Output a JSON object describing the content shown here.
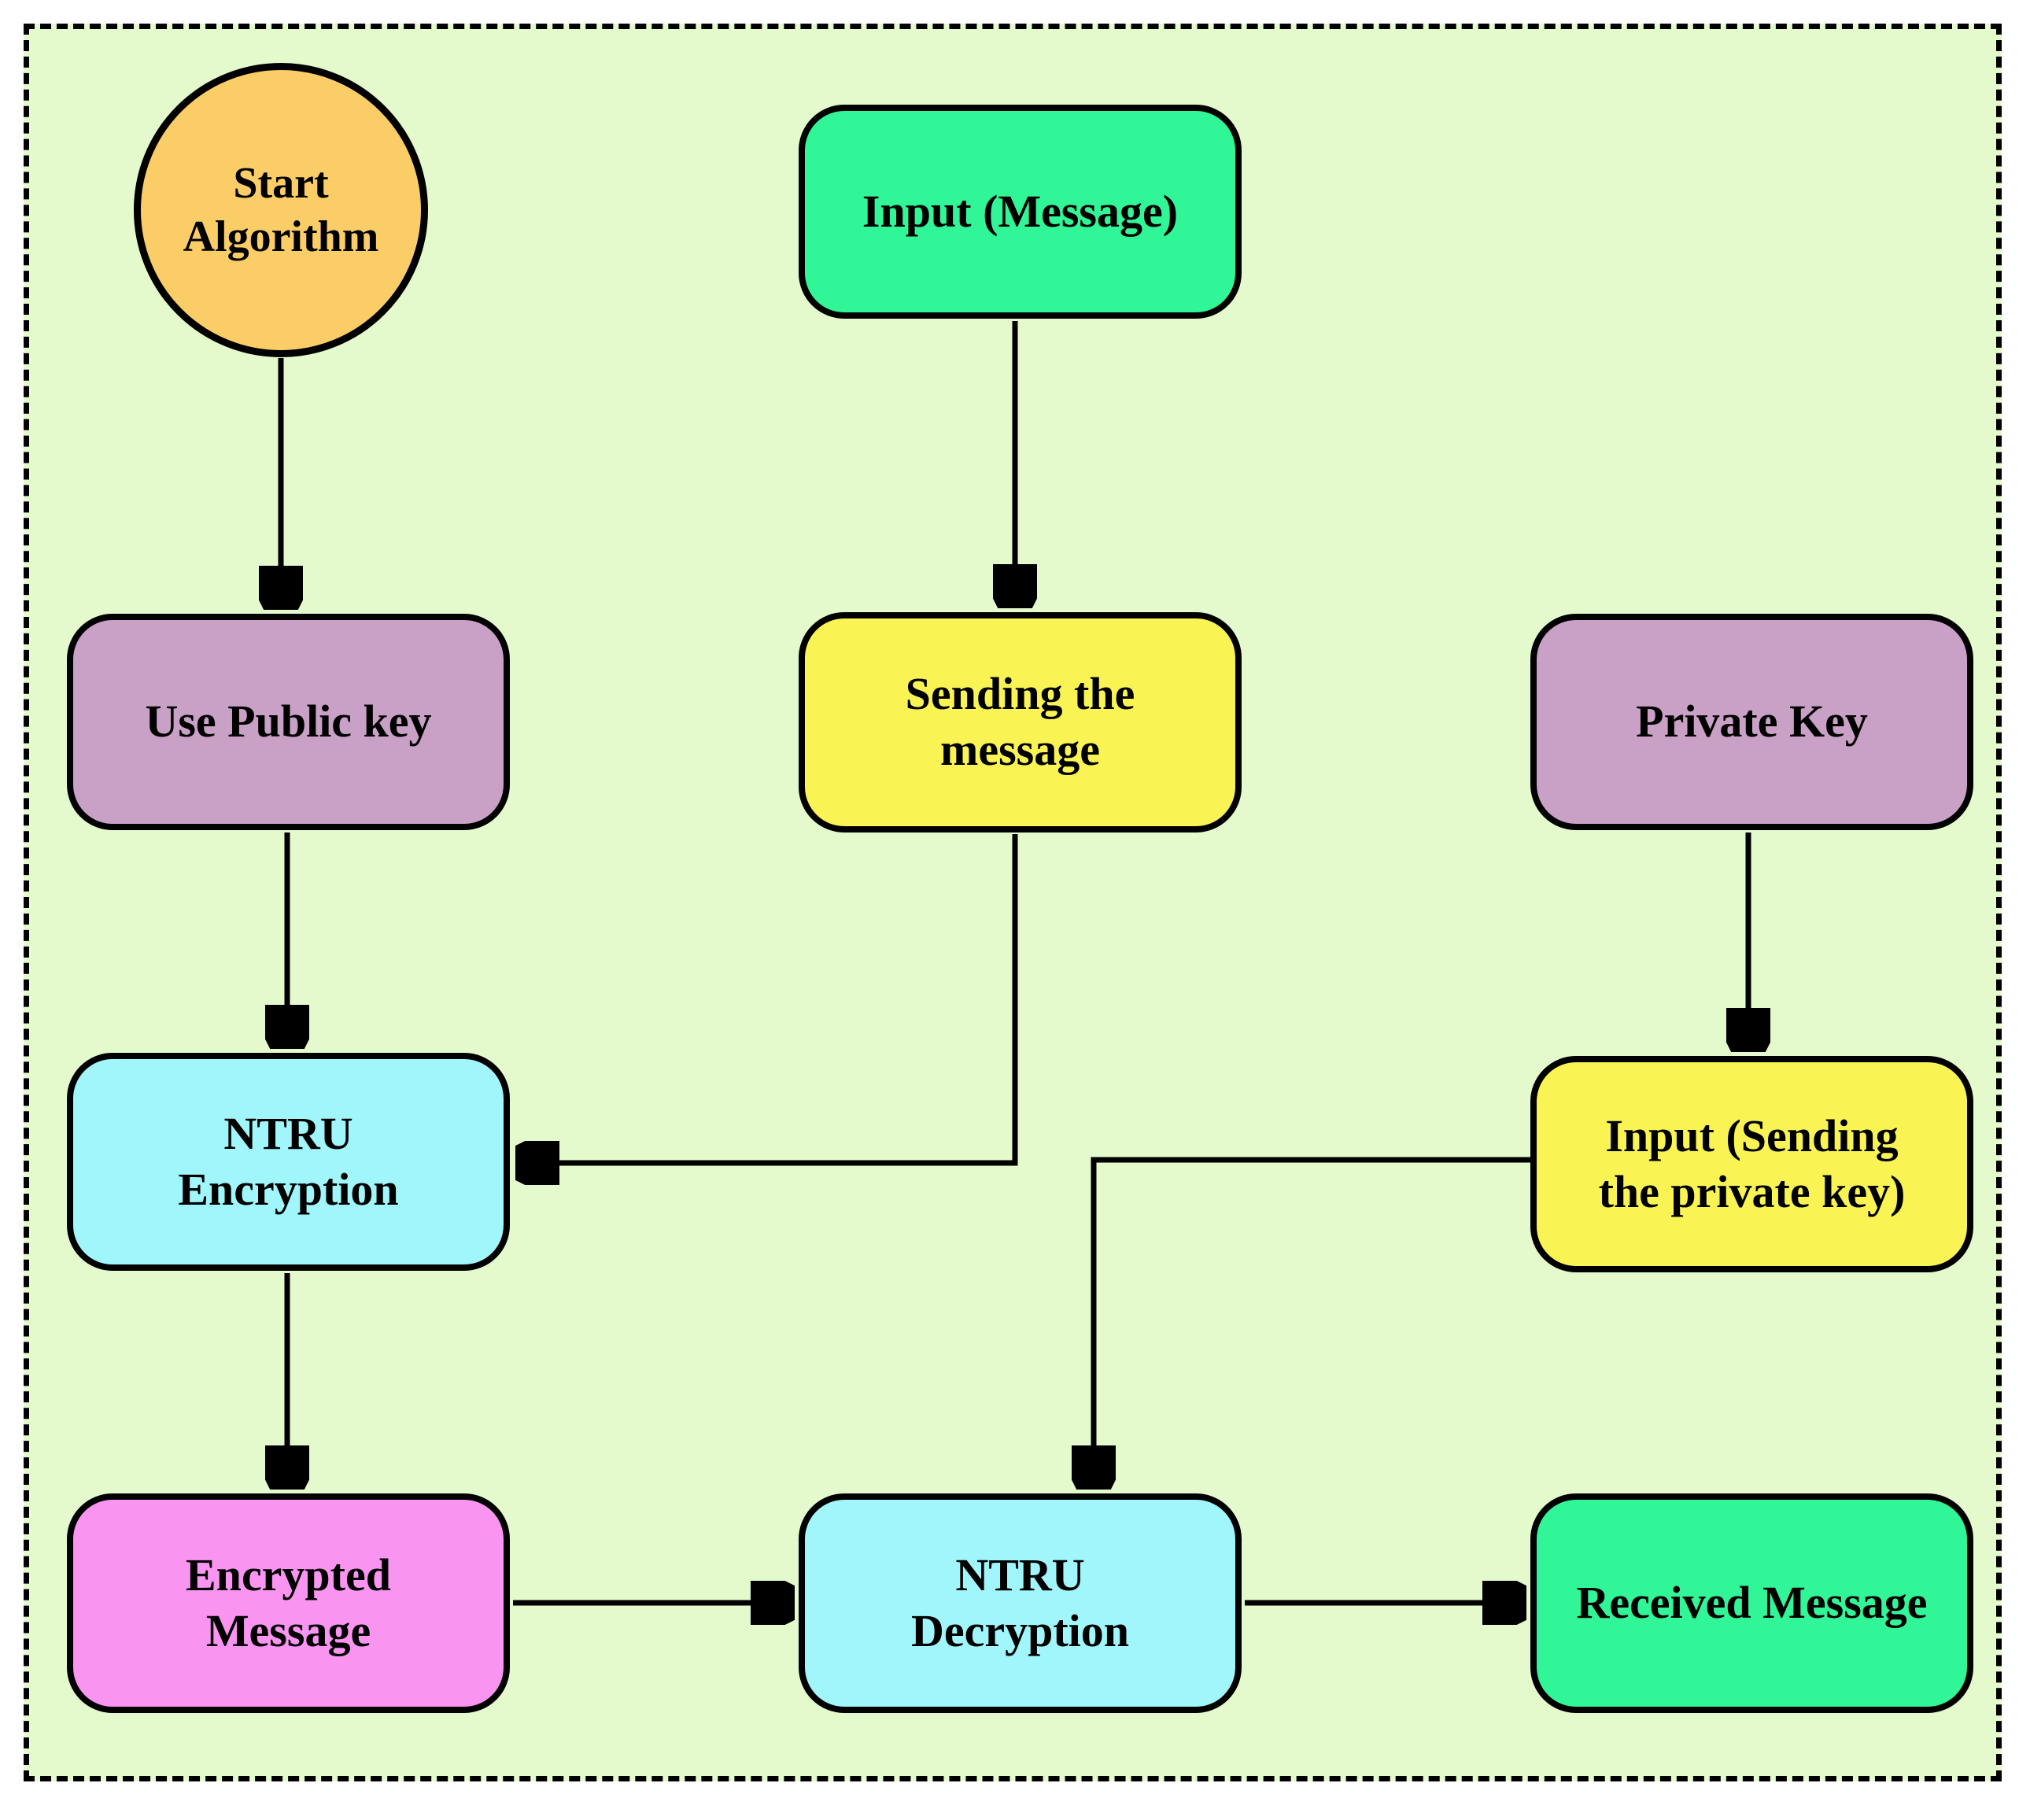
{
  "diagram": {
    "type": "flowchart",
    "description_visible_text_only": true
  },
  "colors": {
    "page_background": "#FFFFFF",
    "canvas_fill": "#E4FACD",
    "line_color": "#000000",
    "text_color": "#000000",
    "gold": "#FACD66",
    "green": "#31F697",
    "mauve": "#C9A0C6",
    "yellow": "#F9F454",
    "cyan": "#A0F6FA",
    "pink": "#F995F1"
  },
  "nodes": {
    "start": {
      "label": "Start\nAlgorithm",
      "shape": "circle",
      "fill": "#FACD66"
    },
    "input_message": {
      "label": "Input (Message)",
      "shape": "rounded-rect",
      "fill": "#31F697"
    },
    "use_public_key": {
      "label": "Use Public key",
      "shape": "rounded-rect",
      "fill": "#C9A0C6"
    },
    "sending_message": {
      "label": "Sending the\nmessage",
      "shape": "rounded-rect",
      "fill": "#F9F454"
    },
    "private_key": {
      "label": "Private Key",
      "shape": "rounded-rect",
      "fill": "#C9A0C6"
    },
    "ntru_encryption": {
      "label": "NTRU\nEncryption",
      "shape": "rounded-rect",
      "fill": "#A0F6FA"
    },
    "input_private_key": {
      "label": "Input (Sending\nthe private key)",
      "shape": "rounded-rect",
      "fill": "#F9F454"
    },
    "encrypted_message": {
      "label": "Encrypted\nMessage",
      "shape": "rounded-rect",
      "fill": "#F995F1"
    },
    "ntru_decryption": {
      "label": "NTRU\nDecryption",
      "shape": "rounded-rect",
      "fill": "#A0F6FA"
    },
    "received_message": {
      "label": "Received Message",
      "shape": "rounded-rect",
      "fill": "#31F697"
    }
  },
  "edges": [
    {
      "from": "start",
      "to": "use_public_key"
    },
    {
      "from": "input_message",
      "to": "sending_message"
    },
    {
      "from": "use_public_key",
      "to": "ntru_encryption"
    },
    {
      "from": "sending_message",
      "to": "ntru_encryption"
    },
    {
      "from": "private_key",
      "to": "input_private_key"
    },
    {
      "from": "input_private_key",
      "to": "ntru_decryption"
    },
    {
      "from": "ntru_encryption",
      "to": "encrypted_message"
    },
    {
      "from": "encrypted_message",
      "to": "ntru_decryption"
    },
    {
      "from": "ntru_decryption",
      "to": "received_message"
    }
  ]
}
